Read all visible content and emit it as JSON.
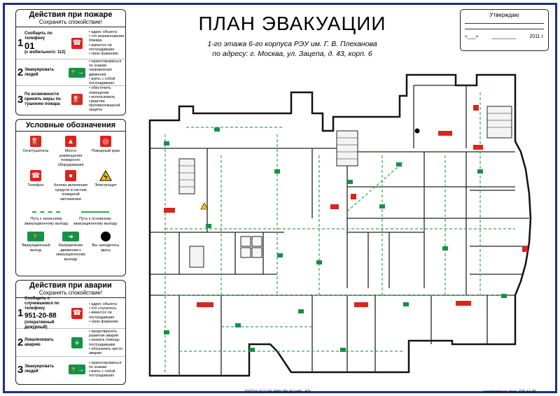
{
  "title": "ПЛАН ЭВАКУАЦИИ",
  "subtitle_line1": "1-го этажа 6-го корпуса РЭУ им. Г. В. Плеханова",
  "subtitle_line2": "по адресу: г. Москва, ул. Зацепа, д. 43, корп. 6",
  "approval": {
    "label": "Утверждаю",
    "date_open": "«___»",
    "date_mid": "_________",
    "date_year": "2011 г."
  },
  "fire_panel": {
    "title": "Действия при пожаре",
    "subtitle": "Сохранять спокойствие!",
    "steps": [
      {
        "num": "1",
        "text": "Сообщить по телефону",
        "number": "01",
        "note": "(с мобильного: 112)",
        "items": [
          "адрес объекта",
          "что возникновение пожара",
          "имеются ли пострадавшие",
          "свою фамилию"
        ]
      },
      {
        "num": "2",
        "text": "Эвакуировать людей",
        "items": [
          "ориентироваться по знакам направления движения",
          "взять с собой пострадавших"
        ]
      },
      {
        "num": "3",
        "text": "По возможности принять меры по тушению пожара",
        "items": [
          "обесточить помещение",
          "использовать средства противопожарной защиты"
        ]
      }
    ]
  },
  "legend": {
    "title": "Условные обозначения",
    "items": [
      "Огнетушитель",
      "Место размещения пожарного оборудования",
      "Пожарный кран",
      "Телефон",
      "Кнопка включения средств и систем пожарной автоматики",
      "Электрощит",
      "Путь к запасному эвакуационному выходу",
      "Путь к основному эвакуационному выходу",
      "Эвакуационный выход",
      "Направление движения к эвакуационному выходу",
      "Вы находитесь здесь"
    ]
  },
  "accident_panel": {
    "title": "Действия при аварии",
    "subtitle": "Сохранять спокойствие!",
    "steps": [
      {
        "num": "1",
        "text": "Сообщить о случившемся по телефону",
        "number": "951-20-88",
        "note": "(оперативный дежурный)",
        "items": [
          "адрес объекта",
          "что случилось",
          "имеются ли пострадавшие",
          "свою фамилию"
        ]
      },
      {
        "num": "2",
        "text": "Локализовать аварию",
        "items": [
          "предотвратить развитие аварии",
          "оказать помощь пострадавшим",
          "обозначить место аварии"
        ]
      },
      {
        "num": "3",
        "text": "Эвакуировать людей",
        "items": [
          "ориентироваться по знакам",
          "взять с собой пострадавших"
        ]
      }
    ]
  },
  "footer": {
    "standard": "ГОСТ Р 12.2.143-2009 180-20-1440 - ЖЗ",
    "maker": "изготовлено: тел. 220-12-30"
  },
  "colors": {
    "frame": "#1a2f8a",
    "fire_red": "#d9261c",
    "exit_green": "#149245",
    "route_green": "#2eaa4a"
  }
}
